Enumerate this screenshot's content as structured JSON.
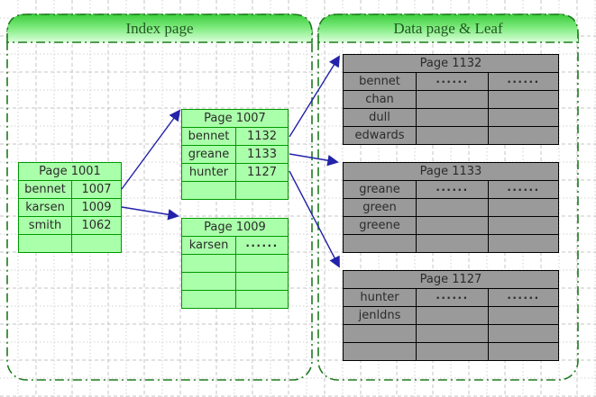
{
  "containers": {
    "index": {
      "title": "Index page"
    },
    "data_leaf": {
      "title": "Data page & Leaf"
    }
  },
  "tables": [
    {
      "id": "page-1001",
      "title": "Page 1001",
      "variant": "green",
      "rows": [
        [
          "bennet",
          "1007"
        ],
        [
          "karsen",
          "1009"
        ],
        [
          "smith",
          "1062"
        ],
        [
          "",
          ""
        ]
      ]
    },
    {
      "id": "page-1007",
      "title": "Page 1007",
      "variant": "green",
      "rows": [
        [
          "bennet",
          "1132"
        ],
        [
          "greane",
          "1133"
        ],
        [
          "hunter",
          "1127"
        ],
        [
          "",
          ""
        ]
      ]
    },
    {
      "id": "page-1009",
      "title": "Page 1009",
      "variant": "green",
      "rows": [
        [
          "karsen",
          "······"
        ],
        [
          "",
          ""
        ],
        [
          "",
          ""
        ],
        [
          "",
          ""
        ]
      ]
    },
    {
      "id": "page-1132",
      "title": "Page 1132",
      "variant": "gray",
      "rows": [
        [
          "bennet",
          "······",
          "······"
        ],
        [
          "chan",
          "",
          ""
        ],
        [
          "dull",
          "",
          ""
        ],
        [
          "edwards",
          "",
          ""
        ]
      ]
    },
    {
      "id": "page-1133",
      "title": "Page 1133",
      "variant": "gray",
      "rows": [
        [
          "greane",
          "······",
          "······"
        ],
        [
          "green",
          "",
          ""
        ],
        [
          "greene",
          "",
          ""
        ],
        [
          "",
          "",
          ""
        ]
      ]
    },
    {
      "id": "page-1127",
      "title": "Page 1127",
      "variant": "gray",
      "rows": [
        [
          "hunter",
          "······",
          "······"
        ],
        [
          "jenldns",
          "",
          ""
        ],
        [
          "",
          "",
          ""
        ],
        [
          "",
          "",
          ""
        ]
      ]
    }
  ],
  "arrows": [
    {
      "from": "page-1001:bennet",
      "to": "page-1007"
    },
    {
      "from": "page-1001:karsen",
      "to": "page-1009"
    },
    {
      "from": "page-1007:bennet",
      "to": "page-1132"
    },
    {
      "from": "page-1007:greane",
      "to": "page-1133"
    },
    {
      "from": "page-1007:hunter",
      "to": "page-1127"
    }
  ],
  "colors": {
    "green_fill": "#AAFFAA",
    "green_border": "#009900",
    "gray_fill": "#9A9A9A",
    "gray_border": "#000000",
    "arrow": "#2222AA",
    "container_border": "#1E7A1E",
    "title_color": "#235823",
    "cell_text": "#2B2B2B"
  }
}
